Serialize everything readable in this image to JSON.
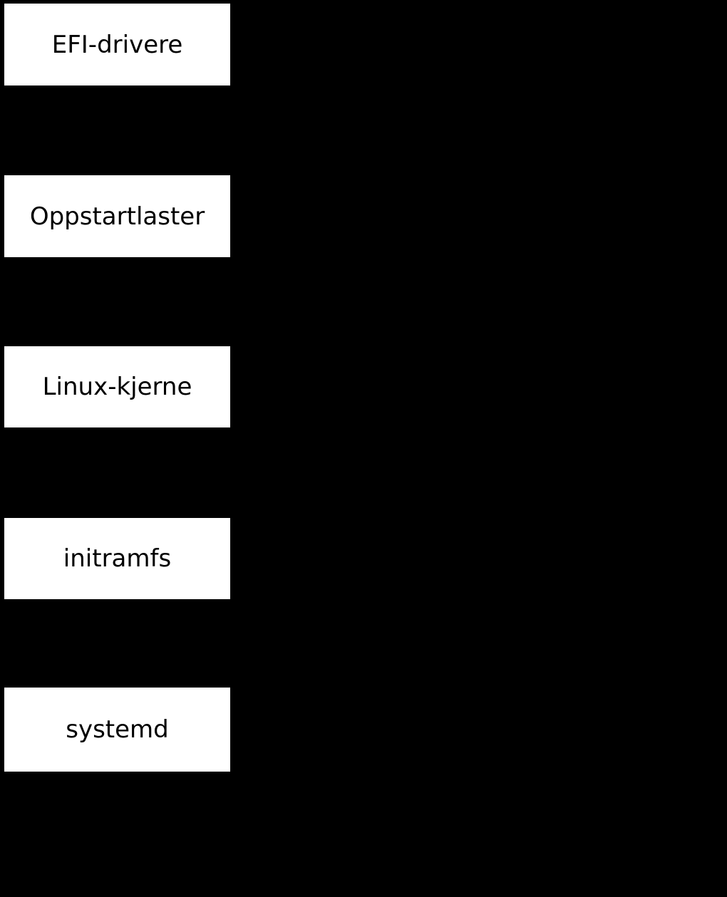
{
  "diagram": {
    "type": "flowchart-nodes",
    "background_color": "#000000",
    "node_fill_color": "#ffffff",
    "node_text_color": "#000000",
    "nodes": [
      {
        "label": "EFI-drivere"
      },
      {
        "label": "Oppstartlaster"
      },
      {
        "label": "Linux-kjerne"
      },
      {
        "label": "initramfs"
      },
      {
        "label": "systemd"
      }
    ]
  }
}
